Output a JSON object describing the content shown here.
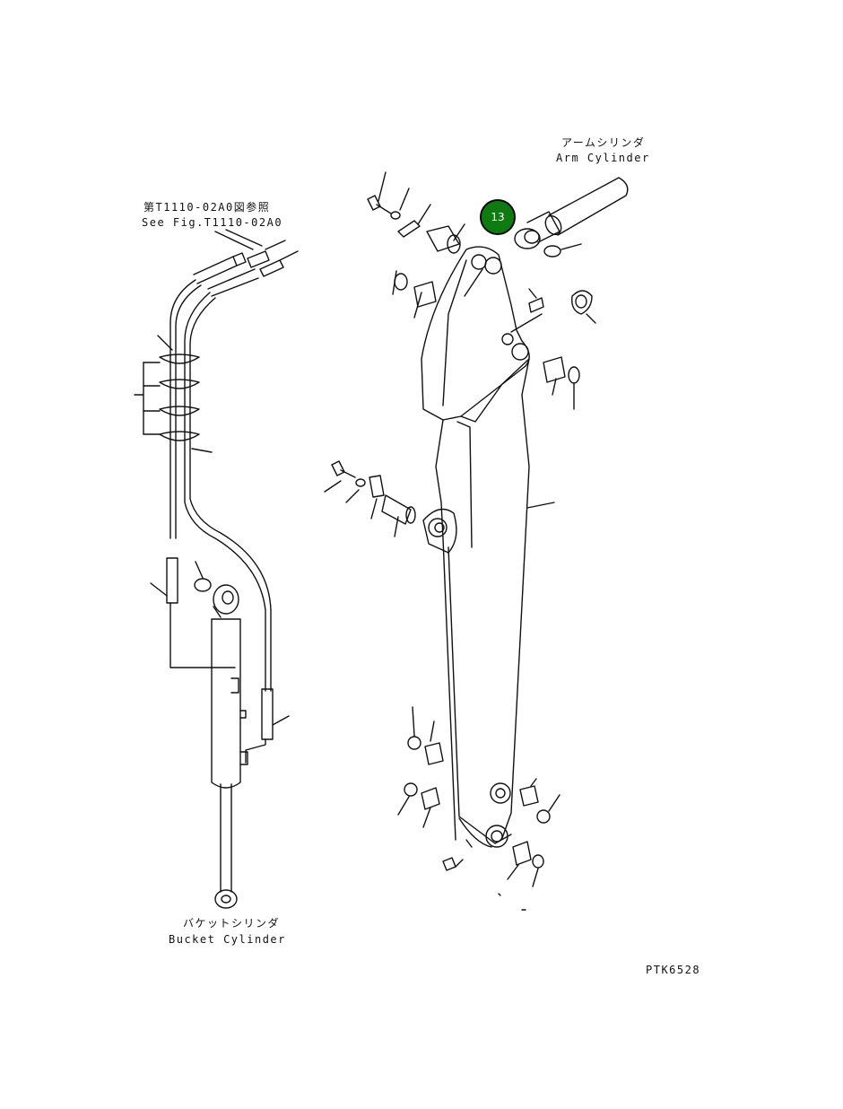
{
  "labels": {
    "arm_cylinder_jp": "アームシリンダ",
    "arm_cylinder_en": "Arm Cylinder",
    "ref_jp": "第T1110-02A0図参照",
    "ref_en": "See Fig.T1110-02A0",
    "bucket_cylinder_jp": "バケットシリンダ",
    "bucket_cylinder_en": "Bucket Cylinder",
    "drawing_code": "PTK6528"
  },
  "callout": {
    "number": "13",
    "color": "#0f7a12"
  }
}
